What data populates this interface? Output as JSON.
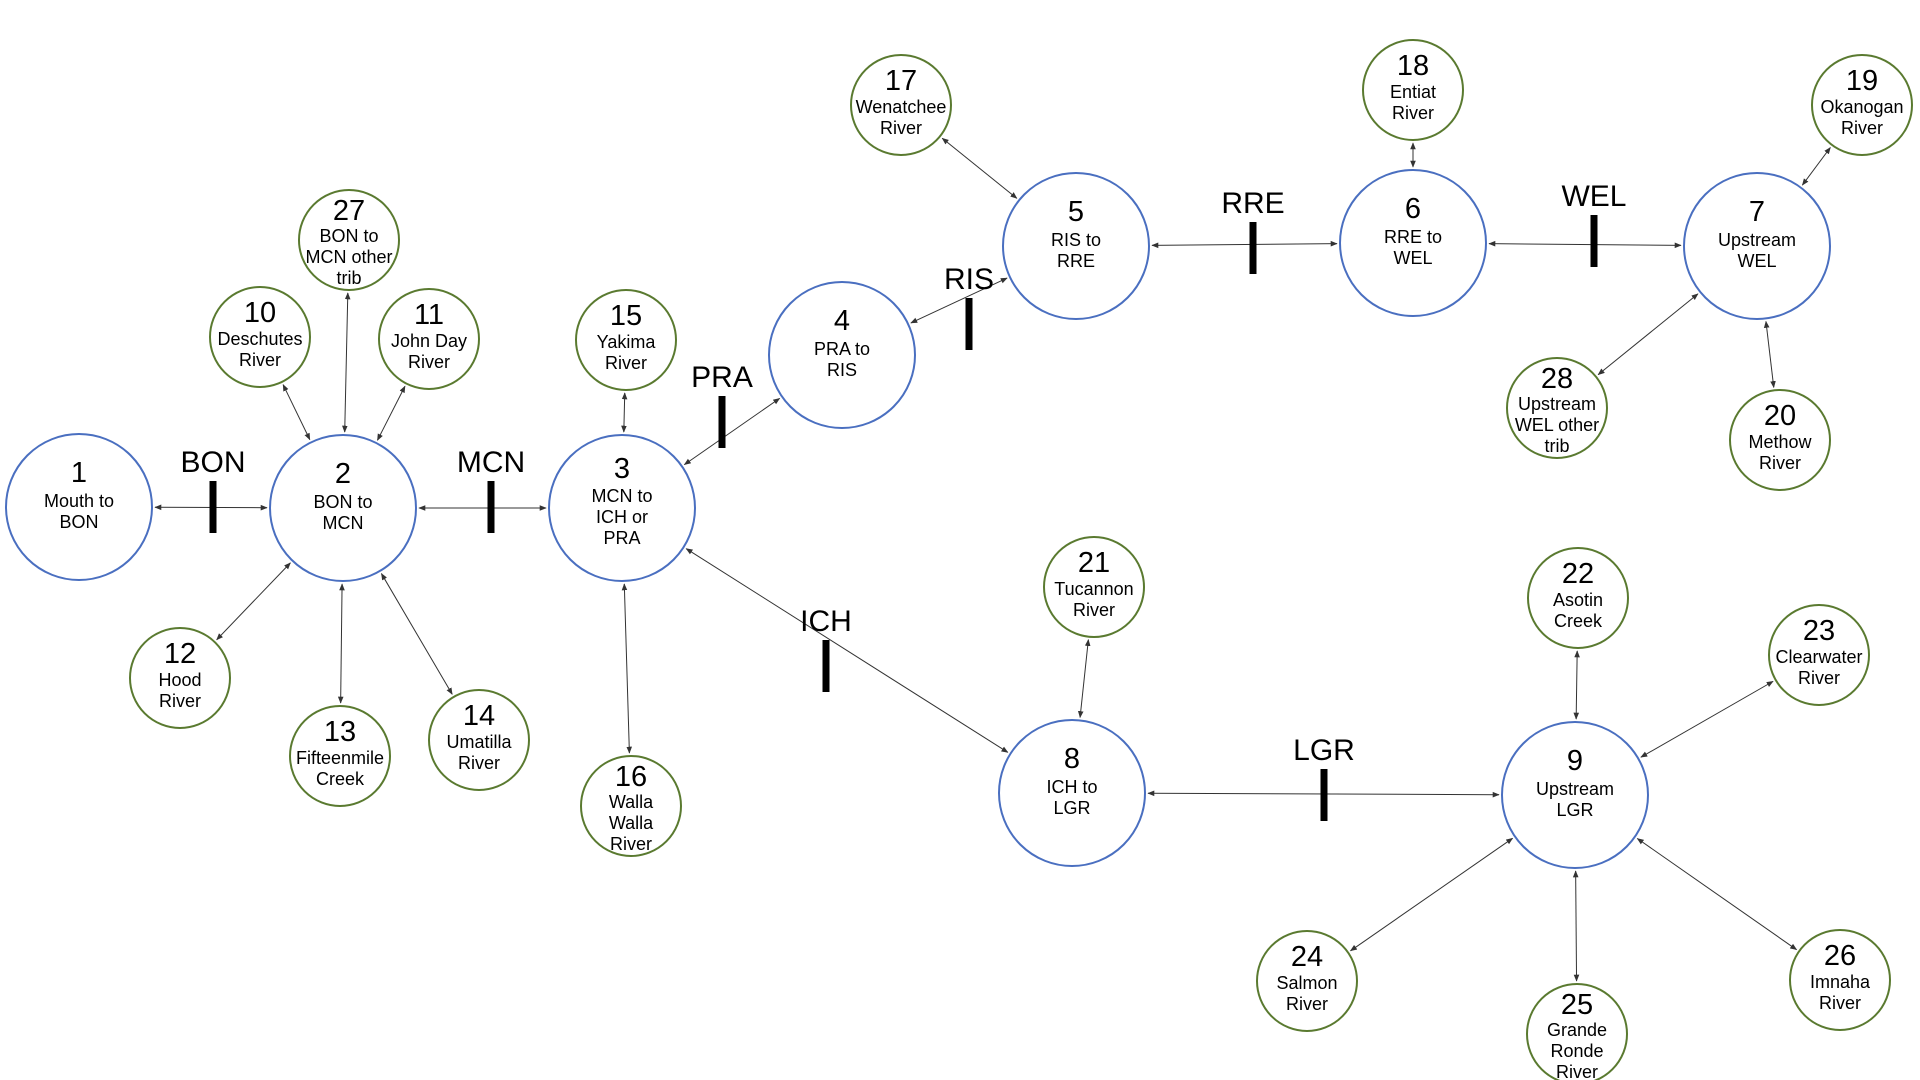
{
  "colors": {
    "main_node_stroke": "#4a6fc0",
    "trib_node_stroke": "#5a7a30",
    "edge": "#333333",
    "dam_bar": "#000000"
  },
  "nodes": [
    {
      "id": "1",
      "kind": "main",
      "lines": [
        "Mouth to",
        "BON"
      ]
    },
    {
      "id": "2",
      "kind": "main",
      "lines": [
        "BON to",
        "MCN"
      ]
    },
    {
      "id": "3",
      "kind": "main",
      "lines": [
        "MCN to",
        "ICH or",
        "PRA"
      ]
    },
    {
      "id": "4",
      "kind": "main",
      "lines": [
        "PRA to",
        "RIS"
      ]
    },
    {
      "id": "5",
      "kind": "main",
      "lines": [
        "RIS to",
        "RRE"
      ]
    },
    {
      "id": "6",
      "kind": "main",
      "lines": [
        "RRE to",
        "WEL"
      ]
    },
    {
      "id": "7",
      "kind": "main",
      "lines": [
        "Upstream",
        "WEL"
      ]
    },
    {
      "id": "8",
      "kind": "main",
      "lines": [
        "ICH to",
        "LGR"
      ]
    },
    {
      "id": "9",
      "kind": "main",
      "lines": [
        "Upstream",
        "LGR"
      ]
    },
    {
      "id": "10",
      "kind": "trib",
      "lines": [
        "Deschutes",
        "River"
      ]
    },
    {
      "id": "11",
      "kind": "trib",
      "lines": [
        "John Day",
        "River"
      ]
    },
    {
      "id": "12",
      "kind": "trib",
      "lines": [
        "Hood",
        "River"
      ]
    },
    {
      "id": "13",
      "kind": "trib",
      "lines": [
        "Fifteenmile",
        "Creek"
      ]
    },
    {
      "id": "14",
      "kind": "trib",
      "lines": [
        "Umatilla",
        "River"
      ]
    },
    {
      "id": "15",
      "kind": "trib",
      "lines": [
        "Yakima",
        "River"
      ]
    },
    {
      "id": "16",
      "kind": "trib",
      "lines": [
        "Walla",
        "Walla",
        "River"
      ]
    },
    {
      "id": "17",
      "kind": "trib",
      "lines": [
        "Wenatchee",
        "River"
      ]
    },
    {
      "id": "18",
      "kind": "trib",
      "lines": [
        "Entiat",
        "River"
      ]
    },
    {
      "id": "19",
      "kind": "trib",
      "lines": [
        "Okanogan",
        "River"
      ]
    },
    {
      "id": "20",
      "kind": "trib",
      "lines": [
        "Methow",
        "River"
      ]
    },
    {
      "id": "21",
      "kind": "trib",
      "lines": [
        "Tucannon",
        "River"
      ]
    },
    {
      "id": "22",
      "kind": "trib",
      "lines": [
        "Asotin",
        "Creek"
      ]
    },
    {
      "id": "23",
      "kind": "trib",
      "lines": [
        "Clearwater",
        "River"
      ]
    },
    {
      "id": "24",
      "kind": "trib",
      "lines": [
        "Salmon",
        "River"
      ]
    },
    {
      "id": "25",
      "kind": "trib",
      "lines": [
        "Grande",
        "Ronde",
        "River"
      ]
    },
    {
      "id": "26",
      "kind": "trib",
      "lines": [
        "Imnaha",
        "River"
      ]
    },
    {
      "id": "27",
      "kind": "trib",
      "lines": [
        "BON to",
        "MCN other",
        "trib"
      ]
    },
    {
      "id": "28",
      "kind": "trib",
      "lines": [
        "Upstream",
        "WEL other",
        "trib"
      ]
    }
  ],
  "edges": [
    {
      "from": "1",
      "to": "2",
      "dam": "BON"
    },
    {
      "from": "2",
      "to": "3",
      "dam": "MCN"
    },
    {
      "from": "3",
      "to": "4",
      "dam": "PRA"
    },
    {
      "from": "4",
      "to": "5",
      "dam": "RIS"
    },
    {
      "from": "5",
      "to": "6",
      "dam": "RRE"
    },
    {
      "from": "6",
      "to": "7",
      "dam": "WEL"
    },
    {
      "from": "3",
      "to": "8",
      "dam": "ICH"
    },
    {
      "from": "8",
      "to": "9",
      "dam": "LGR"
    },
    {
      "from": "2",
      "to": "10"
    },
    {
      "from": "2",
      "to": "27"
    },
    {
      "from": "2",
      "to": "11"
    },
    {
      "from": "2",
      "to": "12"
    },
    {
      "from": "2",
      "to": "13"
    },
    {
      "from": "2",
      "to": "14"
    },
    {
      "from": "3",
      "to": "15"
    },
    {
      "from": "3",
      "to": "16"
    },
    {
      "from": "5",
      "to": "17"
    },
    {
      "from": "6",
      "to": "18"
    },
    {
      "from": "7",
      "to": "19"
    },
    {
      "from": "7",
      "to": "20"
    },
    {
      "from": "7",
      "to": "28"
    },
    {
      "from": "8",
      "to": "21"
    },
    {
      "from": "9",
      "to": "22"
    },
    {
      "from": "9",
      "to": "23"
    },
    {
      "from": "9",
      "to": "24"
    },
    {
      "from": "9",
      "to": "25"
    },
    {
      "from": "9",
      "to": "26"
    }
  ]
}
